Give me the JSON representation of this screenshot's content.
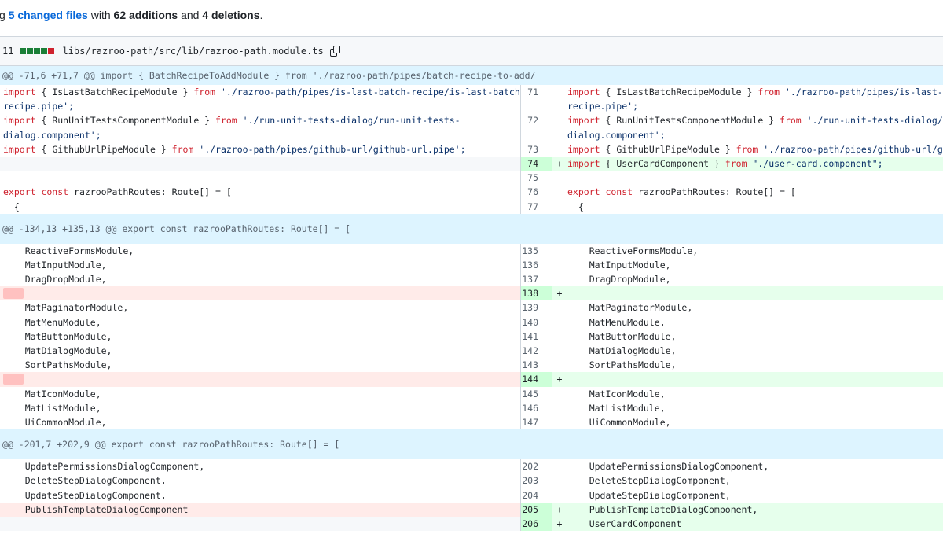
{
  "summary": {
    "lead": "g ",
    "changed_files": "5 changed files",
    "with": " with ",
    "additions": "62 additions",
    "and": " and ",
    "deletions": "4 deletions",
    "end": "."
  },
  "file": {
    "count": "11",
    "bar_colors": [
      "#1a7f37",
      "#1a7f37",
      "#1a7f37",
      "#1a7f37",
      "#cf222e"
    ],
    "path": "libs/razroo-path/src/lib/razroo-path.module.ts",
    "copy_icon": "copy-icon"
  },
  "hunks": [
    {
      "header": "@@ -71,6 +71,7 @@ import { BatchRecipeToAddModule } from './razroo-path/pipes/batch-recipe-to-add/"
    },
    {
      "header": "@@ -134,13 +135,13 @@ export const razrooPathRoutes: Route[] = ["
    },
    {
      "header": "@@ -201,7 +202,9 @@ export const razrooPathRoutes: Route[] = ["
    }
  ],
  "lines": {
    "l1a": "recipe.pipe';",
    "l1b": "dialog.component';",
    "r1a": "recipe.pipe';",
    "r1b": "dialog.component';",
    "added_74": "import { UserCardComponent } from \"./user-card.component\";",
    "h1": [
      {
        "num": "71",
        "left_pre": "import",
        "left_mid": " { IsLastBatchRecipeModule } ",
        "left_from": "from",
        "left_str": " './razroo-path/pipes/is-last-batch-recipe/is-last-batch-",
        "right_mid": " { IsLastBatchRecipeModule } ",
        "right_str": " './razroo-path/pipes/is-last-batch-re"
      },
      {
        "num": "72",
        "left_pre": "import",
        "left_mid": " { RunUnitTestsComponentModule } ",
        "left_from": "from",
        "left_str": " './run-unit-tests-dialog/run-unit-tests-",
        "right_mid": " { RunUnitTestsComponentModule } ",
        "right_str": " './run-unit-tests-dialog/ru"
      },
      {
        "num": "73",
        "left_pre": "import",
        "left_mid": " { GithubUrlPipeModule } ",
        "left_from": "from",
        "left_str": " './razroo-path/pipes/github-url/github-url.pipe';",
        "right_mid": " { GithubUrlPipeModule } ",
        "right_str": " './razroo-path/pipes/github-url/git"
      }
    ],
    "export_kw": "export const",
    "export_rest": " razrooPathRoutes: Route[] = [",
    "brace": "  {",
    "num_74": "74",
    "num_75": "75",
    "num_76": "76",
    "num_77": "77",
    "import_kw": "import",
    "from_kw": "from",
    "added_74_mid": " { UserCardComponent } ",
    "added_74_str": " \"./user-card.component\";",
    "h2": [
      {
        "num": "135",
        "text": "    ReactiveFormsModule,"
      },
      {
        "num": "136",
        "text": "    MatInputModule,"
      },
      {
        "num": "137",
        "text": "    DragDropModule,"
      },
      {
        "num": "138",
        "text": "",
        "type": "add-empty"
      },
      {
        "num": "139",
        "text": "    MatPaginatorModule,"
      },
      {
        "num": "140",
        "text": "    MatMenuModule,"
      },
      {
        "num": "141",
        "text": "    MatButtonModule,"
      },
      {
        "num": "142",
        "text": "    MatDialogModule,"
      },
      {
        "num": "143",
        "text": "    SortPathsModule,"
      },
      {
        "num": "144",
        "text": "",
        "type": "add-empty"
      },
      {
        "num": "145",
        "text": "    MatIconModule,"
      },
      {
        "num": "146",
        "text": "    MatListModule,"
      },
      {
        "num": "147",
        "text": "    UiCommonModule,"
      }
    ],
    "h3": [
      {
        "num": "202",
        "left": "    UpdatePermissionsDialogComponent,",
        "right": "    UpdatePermissionsDialogComponent,"
      },
      {
        "num": "203",
        "left": "    DeleteStepDialogComponent,",
        "right": "    DeleteStepDialogComponent,"
      },
      {
        "num": "204",
        "left": "    UpdateStepDialogComponent,",
        "right": "    UpdateStepDialogComponent,"
      },
      {
        "num": "205",
        "left": "    PublishTemplateDialogComponent",
        "right": "    PublishTemplateDialogComponent,",
        "type": "mod"
      },
      {
        "num": "206",
        "left": "",
        "right": "    UserCardComponent",
        "type": "add"
      }
    ],
    "plus": "+"
  }
}
